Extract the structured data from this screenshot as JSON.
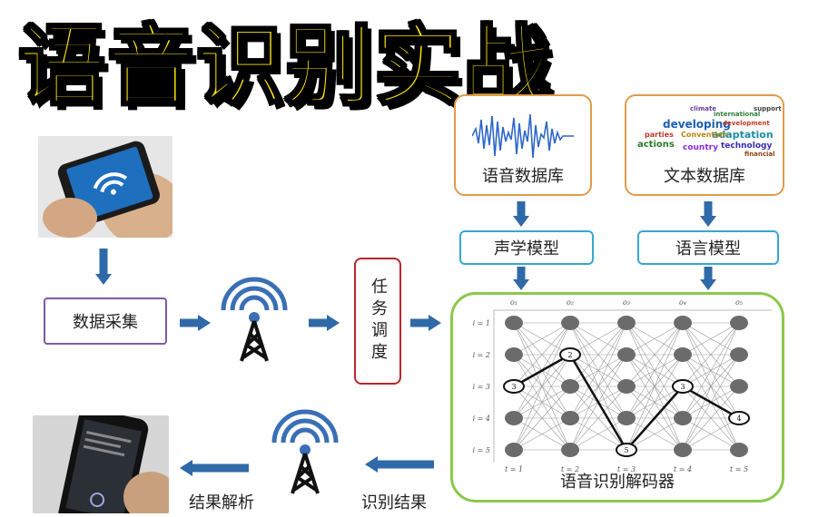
{
  "title": "语音识别实战",
  "nodes": {
    "data_collection": "数据采集",
    "task_scheduling": "任务调度",
    "speech_db": "语音数据库",
    "text_db": "文本数据库",
    "acoustic_model": "声学模型",
    "language_model": "语言模型",
    "decoder": "语音识别解码器",
    "recognition_result": "识别结果",
    "result_parsing": "结果解析"
  },
  "lattice": {
    "columns": [
      "o₁",
      "o₂",
      "o₃",
      "o₄",
      "o₅"
    ],
    "rows": [
      "i = 1",
      "i = 2",
      "i = 3",
      "i = 4",
      "i = 5"
    ],
    "time_labels": [
      "t = 1",
      "t = 2",
      "t = 3",
      "t = 4",
      "t = 5"
    ],
    "path_states": [
      3,
      2,
      5,
      3,
      4
    ]
  },
  "wordcloud_words": [
    "climate",
    "international",
    "developing",
    "development",
    "adaptation",
    "technology",
    "country",
    "actions",
    "parties",
    "Convention",
    "support",
    "financial"
  ],
  "colors": {
    "title_fill": "#ffe600",
    "arrow": "#2f69a8",
    "purple": "#7d5aa6",
    "red": "#b8262a",
    "orange": "#e29a4a",
    "blue": "#35a7d6",
    "green": "#8cc84b",
    "node": "#6b6b6b"
  }
}
